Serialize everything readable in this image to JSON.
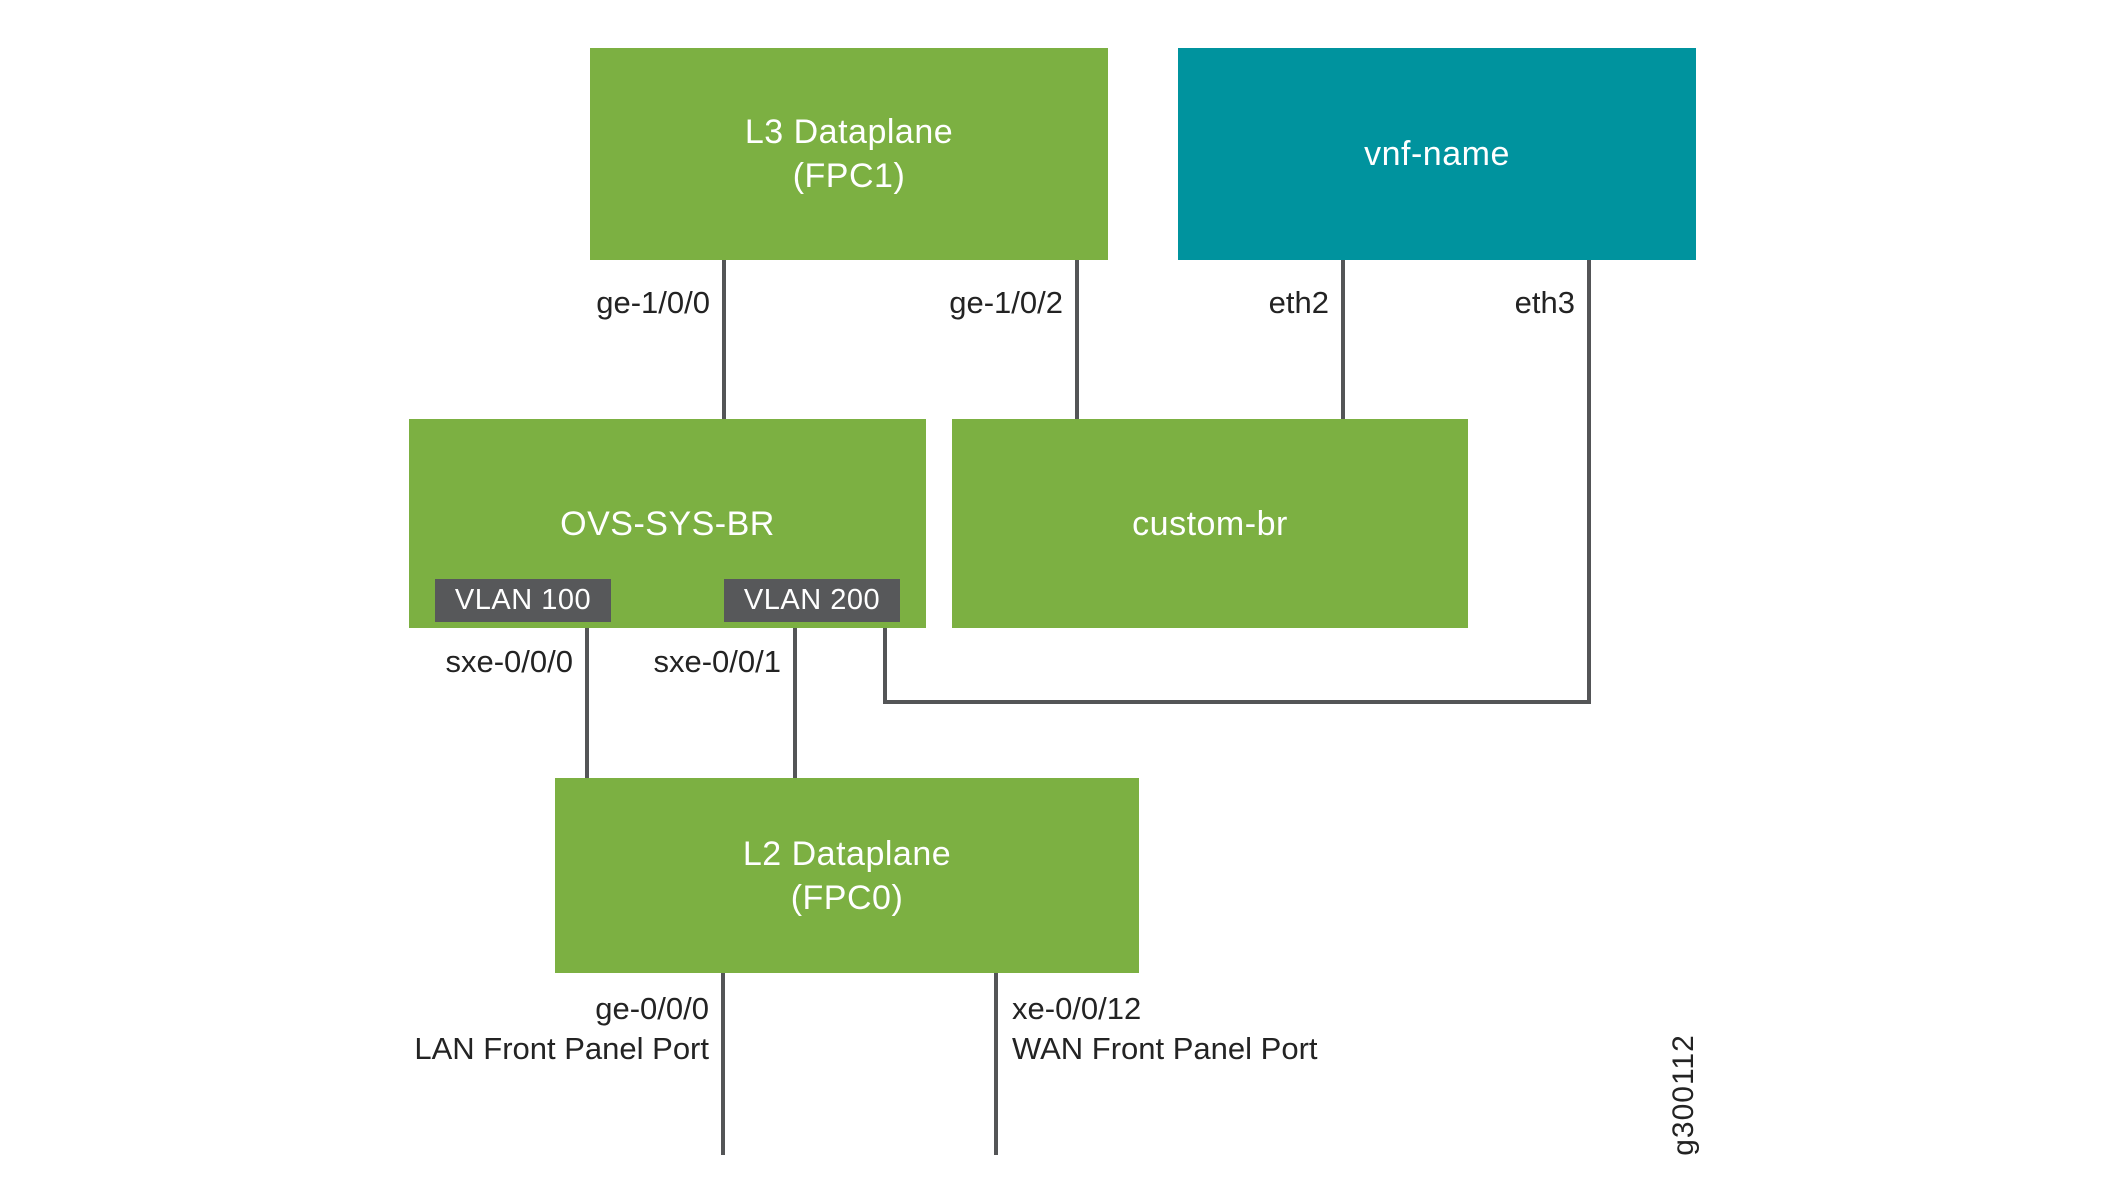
{
  "diagram": {
    "nodes": {
      "l3_dataplane": {
        "title": "L3 Dataplane",
        "subtitle": "(FPC1)",
        "color": "#7CB042"
      },
      "vnf": {
        "title": "vnf-name",
        "color": "#00939E"
      },
      "ovs_sys_br": {
        "title": "OVS-SYS-BR",
        "color": "#7CB042"
      },
      "custom_br": {
        "title": "custom-br",
        "color": "#7CB042"
      },
      "l2_dataplane": {
        "title": "L2 Dataplane",
        "subtitle": "(FPC0)",
        "color": "#7CB042"
      }
    },
    "vlan_tags": [
      {
        "label": "VLAN 100"
      },
      {
        "label": "VLAN 200"
      }
    ],
    "port_labels": {
      "ge_1_0_0": "ge-1/0/0",
      "ge_1_0_2": "ge-1/0/2",
      "eth2": "eth2",
      "eth3": "eth3",
      "sxe_0_0_0": "sxe-0/0/0",
      "sxe_0_0_1": "sxe-0/0/1",
      "ge_0_0_0": "ge-0/0/0",
      "lan_caption": "LAN Front Panel Port",
      "xe_0_0_12": "xe-0/0/12",
      "wan_caption": "WAN Front Panel Port"
    },
    "figure_id": "g300112",
    "colors": {
      "green": "#7CB042",
      "teal": "#00939E",
      "tag_gray": "#57585A",
      "line_gray": "#545557",
      "label_text": "#232323"
    }
  }
}
